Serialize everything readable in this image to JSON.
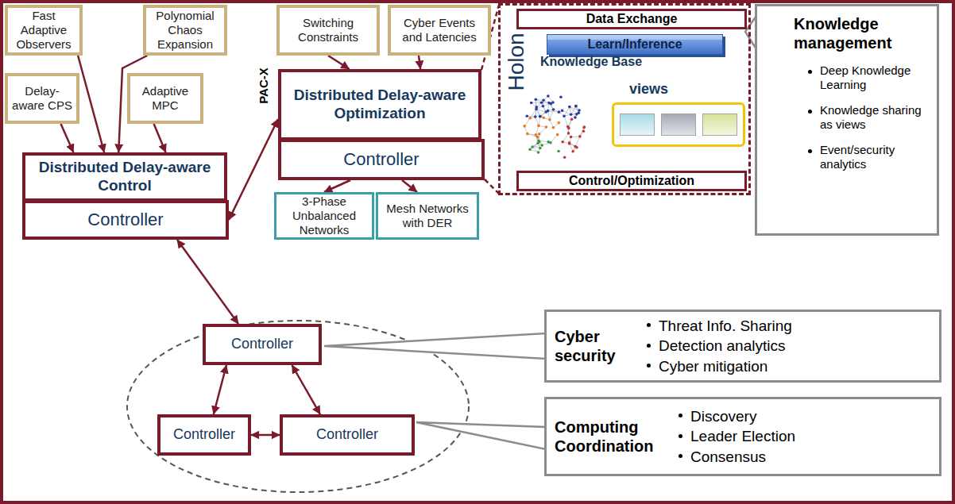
{
  "diagram": {
    "nodes": [
      {
        "text": [
          "Fast Adaptive Observers"
        ]
      },
      {
        "text": [
          "Polynomial Chaos Expansion"
        ]
      },
      {
        "text": [
          "Switching Constraints"
        ]
      },
      {
        "text": [
          "Cyber Events and Latencies"
        ]
      },
      {
        "text": [
          "Holon"
        ]
      },
      {
        "text": [
          "Data Exchange"
        ],
        "in": 4
      },
      {
        "text": [
          "Learn/Inference"
        ],
        "in": 4
      },
      {
        "text": [
          "views"
        ],
        "in": 4
      },
      {
        "text": [
          "Control/Optimization"
        ],
        "in": 4
      },
      {
        "text": [
          "Knowledge management",
          "Deep Knowledge Learning",
          "Knowledge sharing as views",
          "Event/security analytics"
        ]
      },
      {
        "text": [
          "Delay-aware CPS"
        ]
      },
      {
        "text": [
          "Adaptive MPC"
        ]
      },
      {
        "text": [
          "Distributed Delay-aware Optimization"
        ]
      },
      {
        "text": [
          "Controller"
        ]
      },
      {
        "text": [
          "Distributed Delay-aware Control"
        ]
      },
      {
        "text": [
          "Controller"
        ]
      },
      {
        "text": [
          "3-Phase Unbalanced Networks"
        ]
      },
      {
        "text": [
          "Mesh Networks with DER"
        ]
      },
      {
        "text": [
          "Controller"
        ]
      },
      {
        "text": [
          "Cyber security",
          "Threat Info. Sharing",
          "Detection analytics",
          "Cyber mitigation"
        ]
      },
      {
        "text": [
          "Controller"
        ]
      },
      {
        "text": [
          "Controller"
        ]
      },
      {
        "text": [
          "Computing Coordination",
          "Discovery",
          "Leader Election",
          "Consensus"
        ]
      }
    ],
    "edges": [
      {
        "from": 0,
        "to": 14,
        "arrow": "to"
      },
      {
        "from": 1,
        "to": 14,
        "arrow": "to"
      },
      {
        "from": 10,
        "to": 14,
        "arrow": "to"
      },
      {
        "from": 11,
        "to": 14,
        "arrow": "to"
      },
      {
        "from": 2,
        "to": 12,
        "arrow": "to"
      },
      {
        "from": 3,
        "to": 12,
        "arrow": "to"
      },
      {
        "from": 15,
        "to": 12,
        "arrow": "both"
      },
      {
        "from": 13,
        "to": 16,
        "arrow": "to"
      },
      {
        "from": 13,
        "to": 17,
        "arrow": "to"
      },
      {
        "from": 15,
        "to": 18,
        "arrow": "both"
      },
      {
        "from": 18,
        "to": 20,
        "arrow": "both"
      },
      {
        "from": 18,
        "to": 21,
        "arrow": "both"
      },
      {
        "from": 20,
        "to": 21,
        "arrow": "both"
      }
    ],
    "labels": [
      "PAC-X",
      "Knowledge Base"
    ]
  }
}
